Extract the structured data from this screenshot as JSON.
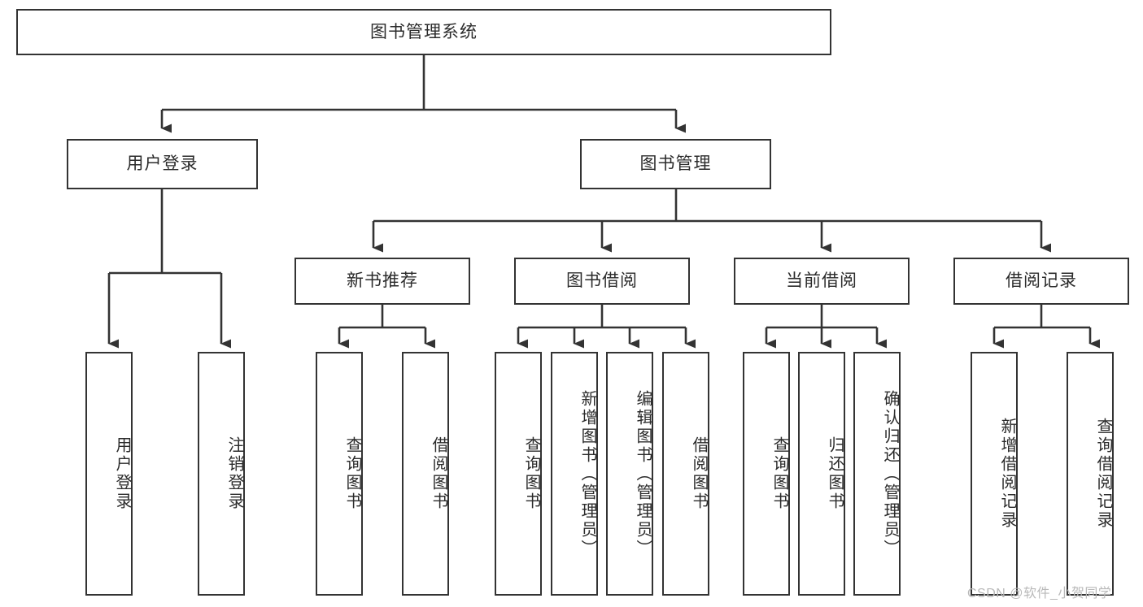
{
  "diagram": {
    "type": "tree-hierarchy",
    "title": "图书管理系统",
    "orientation": "top-down",
    "root": {
      "id": "root",
      "label": "图书管理系统"
    },
    "level1": [
      {
        "id": "user-login",
        "label": "用户登录"
      },
      {
        "id": "book-manage",
        "label": "图书管理"
      }
    ],
    "level2": [
      {
        "id": "new-book-recommend",
        "label": "新书推荐",
        "parent": "book-manage"
      },
      {
        "id": "book-borrow",
        "label": "图书借阅",
        "parent": "book-manage"
      },
      {
        "id": "current-borrow",
        "label": "当前借阅",
        "parent": "book-manage"
      },
      {
        "id": "borrow-record",
        "label": "借阅记录",
        "parent": "book-manage"
      }
    ],
    "leaves": {
      "user-login": [
        {
          "id": "leaf-user-login",
          "label": "用户登录"
        },
        {
          "id": "leaf-user-logout",
          "label": "注销登录"
        }
      ],
      "new-book-recommend": [
        {
          "id": "leaf-query-book-1",
          "label": "查询图书"
        },
        {
          "id": "leaf-borrow-book-1",
          "label": "借阅图书"
        }
      ],
      "book-borrow": [
        {
          "id": "leaf-query-book-2",
          "label": "查询图书"
        },
        {
          "id": "leaf-add-book",
          "label": "新增图书（管理员）"
        },
        {
          "id": "leaf-edit-book",
          "label": "编辑图书（管理员）"
        },
        {
          "id": "leaf-borrow-book-2",
          "label": "借阅图书"
        }
      ],
      "current-borrow": [
        {
          "id": "leaf-query-book-3",
          "label": "查询图书"
        },
        {
          "id": "leaf-return-book",
          "label": "归还图书"
        },
        {
          "id": "leaf-confirm-return",
          "label": "确认归还（管理员）"
        }
      ],
      "borrow-record": [
        {
          "id": "leaf-add-record",
          "label": "新增借阅记录"
        },
        {
          "id": "leaf-query-record",
          "label": "查询借阅记录"
        }
      ]
    }
  },
  "watermark": {
    "text": "CSDN @软件_小贺同学"
  },
  "colors": {
    "stroke": "#333333",
    "box_fill": "#ffffff",
    "text": "#2b2b2b",
    "watermark": "#b9b9b9",
    "background": "#ffffff"
  }
}
